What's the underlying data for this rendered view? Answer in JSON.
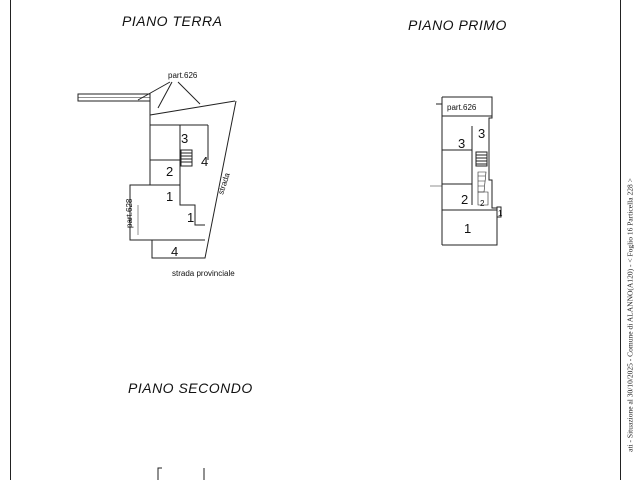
{
  "sections": {
    "ground_floor_title": "PIANO TERRA",
    "first_floor_title": "PIANO PRIMO",
    "second_floor_title": "PIANO SECONDO"
  },
  "ground_floor": {
    "parcel_top": "part.626",
    "parcel_left": "part.628",
    "street_right": "strada",
    "road_label": "strada provinciale",
    "room_numbers": [
      "3",
      "2",
      "4",
      "1",
      "1",
      "4"
    ]
  },
  "first_floor": {
    "parcel_label": "part.626",
    "room_numbers": [
      "3",
      "3",
      "2",
      "2",
      "1",
      "1"
    ]
  },
  "sidebar_text": "ati - Situazione al 30/10/2025 - Comune di ALANNO(A120) - < Foglio 16 Particella 228 >"
}
